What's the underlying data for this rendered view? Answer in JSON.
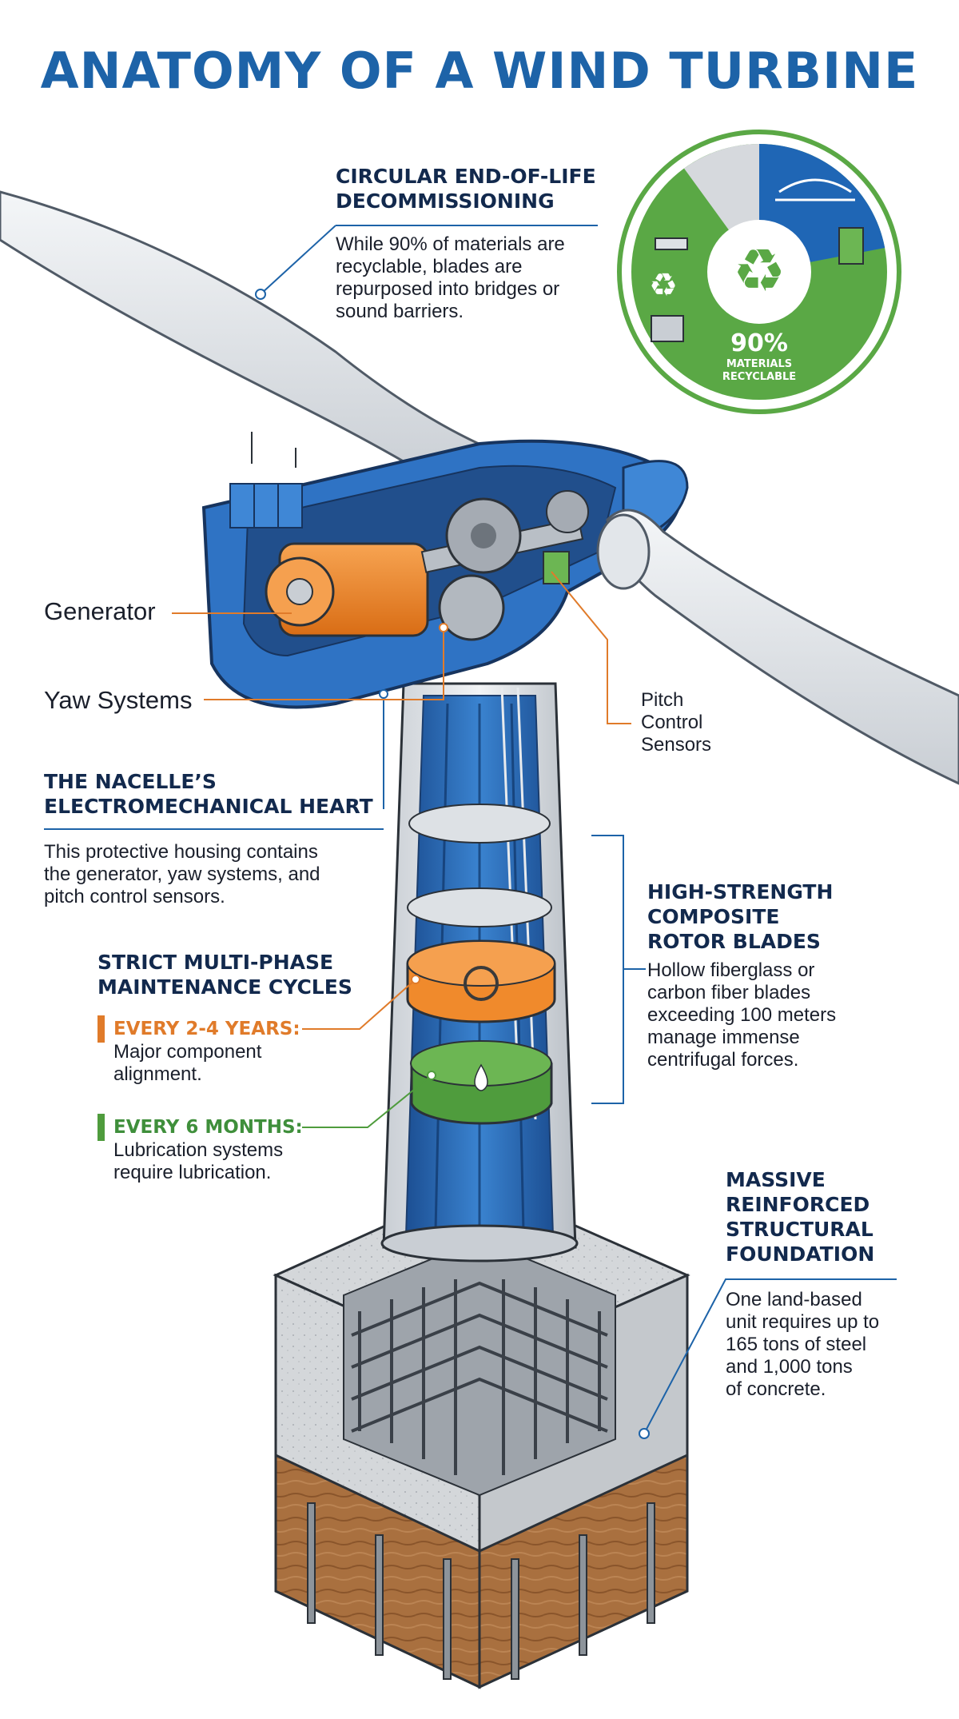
{
  "title": "ANATOMY OF A WIND TURBINE",
  "sections": {
    "decommissioning": {
      "heading_line1": "CIRCULAR END-OF-LIFE",
      "heading_line2": "DECOMMISSIONING",
      "body_lines": [
        "While 90% of materials are",
        "recyclable, blades are",
        "repurposed into bridges or",
        "sound barriers."
      ]
    },
    "recycle_badge": {
      "percent": "90%",
      "label_line1": "MATERIALS",
      "label_line2": "RECYCLABLE",
      "recyclable_fraction": 0.9
    },
    "callouts": {
      "generator": "Generator",
      "yaw": "Yaw Systems",
      "pitch_lines": [
        "Pitch",
        "Control",
        "Sensors"
      ]
    },
    "nacelle": {
      "heading_line1": "THE NACELLE’S",
      "heading_line2": "ELECTROMECHANICAL HEART",
      "body_lines": [
        "This protective housing contains",
        "the generator, yaw systems, and",
        "pitch control sensors."
      ]
    },
    "maintenance": {
      "heading_line1": "STRICT MULTI-PHASE",
      "heading_line2": "MAINTENANCE CYCLES",
      "cycle_a": {
        "label": "EVERY 2-4 YEARS:",
        "lines": [
          "Major component",
          "alignment."
        ]
      },
      "cycle_b": {
        "label": "EVERY 6 MONTHS:",
        "lines": [
          "Lubrication systems",
          "require lubrication."
        ]
      }
    },
    "blades": {
      "heading_lines": [
        "HIGH-STRENGTH",
        "COMPOSITE",
        "ROTOR BLADES"
      ],
      "body_lines": [
        "Hollow fiberglass or",
        "carbon fiber blades",
        "exceeding 100 meters",
        "manage immense",
        "centrifugal forces."
      ]
    },
    "foundation": {
      "heading_lines": [
        "MASSIVE",
        "REINFORCED",
        "STRUCTURAL",
        "FOUNDATION"
      ],
      "body_lines": [
        "One land-based",
        "unit requires up to",
        "165 tons of steel",
        "and 1,000 tons",
        "of concrete."
      ]
    }
  },
  "colors": {
    "title": "#1d63a8",
    "heading": "#12294d",
    "nacelle_blue": "#2f73c4",
    "generator_orange": "#f08a2c",
    "maintenance_orange": "#e07b2a",
    "maintenance_green": "#4f9c3d",
    "badge_green": "#5aa845",
    "badge_blue": "#1f66b5",
    "badge_gray": "#d6d9dd"
  }
}
